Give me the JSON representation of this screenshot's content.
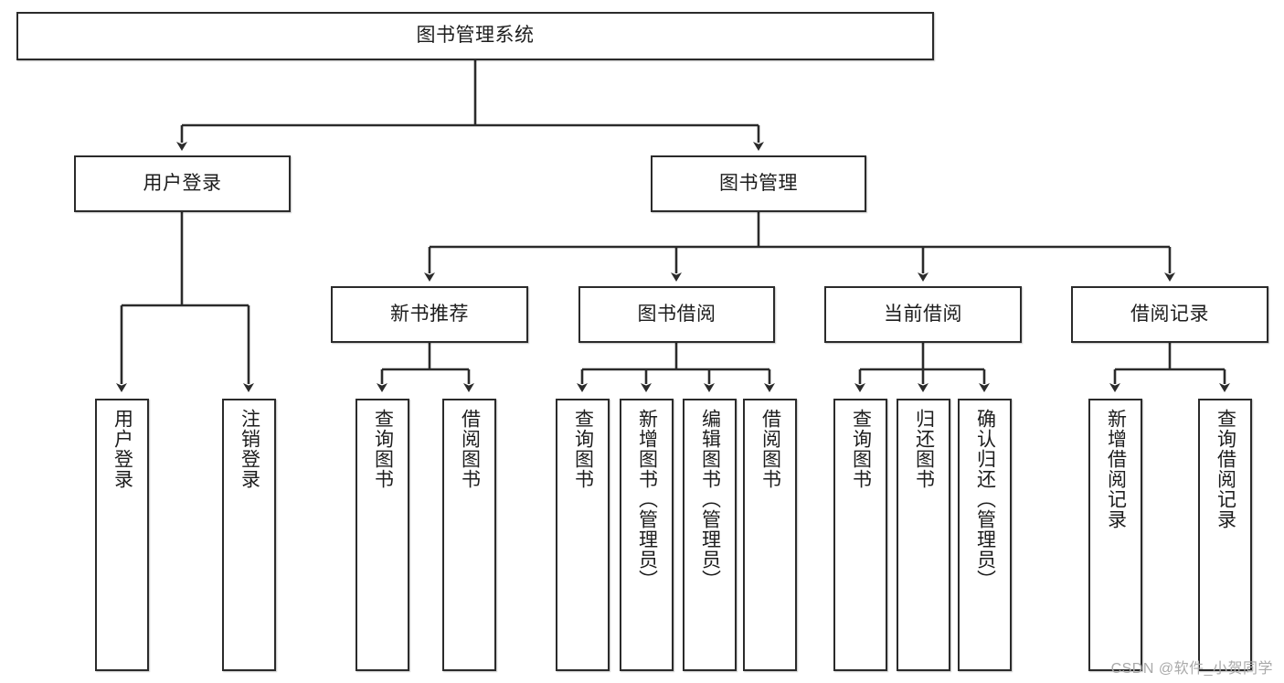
{
  "diagram": {
    "title": "图书管理系统",
    "type": "tree-hierarchy-chart",
    "root": {
      "label": "图书管理系统"
    },
    "level2": [
      {
        "label": "用户登录"
      },
      {
        "label": "图书管理"
      }
    ],
    "level3": [
      {
        "label": "新书推荐"
      },
      {
        "label": "图书借阅"
      },
      {
        "label": "当前借阅"
      },
      {
        "label": "借阅记录"
      }
    ],
    "leaves": {
      "user_login": [
        {
          "label": "用户登录"
        },
        {
          "label": "注销登录"
        }
      ],
      "new_book_recommend": [
        {
          "label": "查询图书"
        },
        {
          "label": "借阅图书"
        }
      ],
      "book_borrow": [
        {
          "label": "查询图书"
        },
        {
          "label": "新增图书（管理员）"
        },
        {
          "label": "编辑图书（管理员）"
        },
        {
          "label": "借阅图书"
        }
      ],
      "current_borrow": [
        {
          "label": "查询图书"
        },
        {
          "label": "归还图书"
        },
        {
          "label": "确认归还（管理员）"
        }
      ],
      "borrow_record": [
        {
          "label": "新增借阅记录"
        },
        {
          "label": "查询借阅记录"
        }
      ]
    }
  },
  "watermark": {
    "text": "CSDN @软件_小贺同学"
  },
  "colors": {
    "stroke": "#2b2b2b",
    "text": "#1d1d1d",
    "background": "#ffffff",
    "watermark": "#a9a9a9"
  }
}
